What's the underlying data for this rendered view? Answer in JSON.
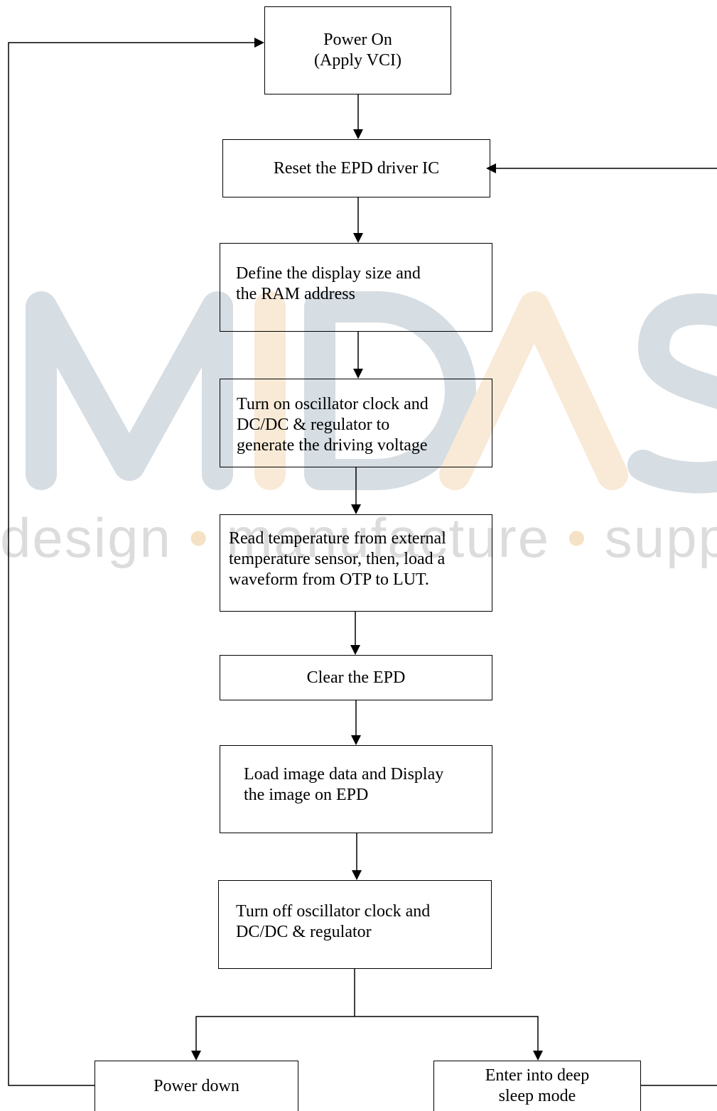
{
  "watermark": {
    "logo_letters": "MIDAS",
    "tagline_words": [
      "design",
      "manufacture",
      "supply"
    ],
    "dot": "•",
    "colors": {
      "gray": "#d6dde3",
      "gold": "#f8ead7",
      "tagline": "#dcdcdc"
    }
  },
  "flowchart": {
    "steps": [
      {
        "id": "power-on",
        "lines": [
          "Power On",
          "(Apply VCI)"
        ]
      },
      {
        "id": "reset",
        "lines": [
          "Reset the EPD driver IC"
        ]
      },
      {
        "id": "define",
        "lines": [
          "Define the display size and",
          "the RAM address"
        ]
      },
      {
        "id": "turn-on",
        "lines": [
          "Turn on oscillator clock and",
          "DC/DC & regulator to",
          "generate the driving voltage"
        ]
      },
      {
        "id": "read-temp",
        "lines": [
          "Read temperature from external",
          "temperature sensor, then, load a",
          "waveform from OTP to LUT."
        ]
      },
      {
        "id": "clear",
        "lines": [
          "Clear the EPD"
        ]
      },
      {
        "id": "load-image",
        "lines": [
          "Load image data and Display",
          "the image on EPD"
        ]
      },
      {
        "id": "turn-off",
        "lines": [
          "Turn off oscillator clock and",
          "DC/DC & regulator"
        ]
      },
      {
        "id": "power-down",
        "lines": [
          "Power down"
        ]
      },
      {
        "id": "deep-sleep",
        "lines": [
          "Enter into deep",
          "sleep mode"
        ]
      }
    ]
  }
}
